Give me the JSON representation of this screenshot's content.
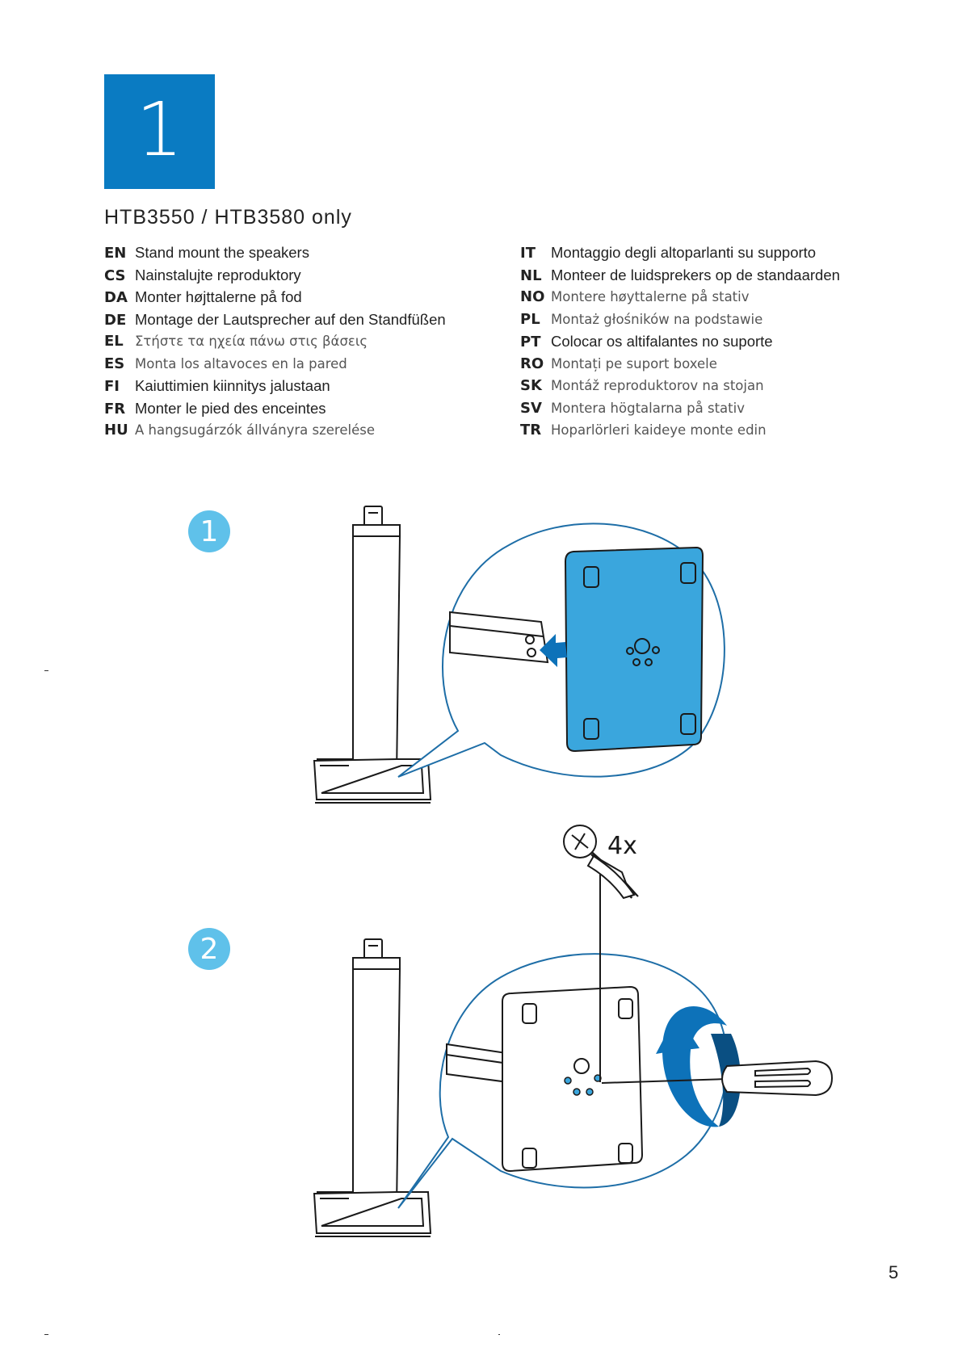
{
  "step": {
    "number": "1"
  },
  "subtitle": "HTB3550 / HTB3580 only",
  "languages_left": [
    {
      "code": "EN",
      "text": "Stand mount the speakers"
    },
    {
      "code": "CS",
      "text": "Nainstalujte reproduktory"
    },
    {
      "code": "DA",
      "text": "Monter højttalerne på fod"
    },
    {
      "code": "DE",
      "text": "Montage der Lautsprecher auf den Standfüßen"
    },
    {
      "code": "EL",
      "text": "Στήστε τα ηχεία πάνω στις βάσεις"
    },
    {
      "code": "ES",
      "text": "Monta los altavoces en la pared"
    },
    {
      "code": "FI",
      "text": "Kaiuttimien kiinnitys jalustaan"
    },
    {
      "code": "FR",
      "text": "Monter le pied des enceintes"
    },
    {
      "code": "HU",
      "text": "A hangsugárzók állványra szerelése"
    }
  ],
  "languages_right": [
    {
      "code": "IT",
      "text": "Montaggio degli altoparlanti su supporto"
    },
    {
      "code": "NL",
      "text": "Monteer de luidsprekers op de standaarden"
    },
    {
      "code": "NO",
      "text": "Montere høyttalerne på stativ"
    },
    {
      "code": "PL",
      "text": "Montaż głośników na podstawie"
    },
    {
      "code": "PT",
      "text": "Colocar os altifalantes no suporte"
    },
    {
      "code": "RO",
      "text": "Montați pe suport boxele"
    },
    {
      "code": "SK",
      "text": "Montáž reproduktorov na stojan"
    },
    {
      "code": "SV",
      "text": "Montera högtalarna på stativ"
    },
    {
      "code": "TR",
      "text": "Hoparlörleri kaideye monte edin"
    }
  ],
  "substeps": [
    {
      "number": "1"
    },
    {
      "number": "2"
    }
  ],
  "screw_quantity": "4x",
  "page_number": "5",
  "colors": {
    "brand_blue": "#0a7bc2",
    "badge_blue": "#5fc1ea",
    "plate_blue": "#3aa6dd",
    "arrow_blue": "#0d72b9"
  }
}
